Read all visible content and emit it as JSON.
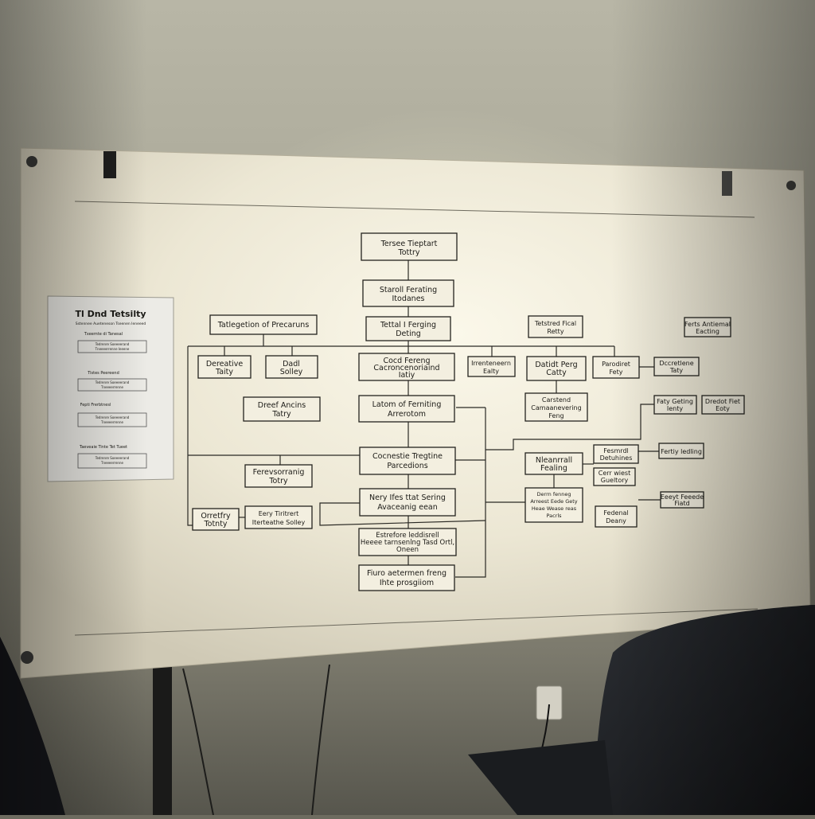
{
  "photo_description_free": true,
  "scene": {
    "colors": {
      "banner": "#f1ede0",
      "ink": "#1c1b17",
      "wall": "#a5a393",
      "chair": "#1b1d20"
    }
  },
  "flowchart": {
    "nodes": [
      {
        "id": "n_top",
        "lines": [
          "Tersee Tieptart",
          "Tottry"
        ]
      },
      {
        "id": "n_second",
        "lines": [
          "Staroll Ferating",
          "Itodanes"
        ]
      },
      {
        "id": "n_third",
        "lines": [
          "Tettal I Ferging",
          "Deting"
        ]
      },
      {
        "id": "n_left_head",
        "lines": [
          "Tatlegetion of Precaruns"
        ]
      },
      {
        "id": "n_right_head",
        "lines": [
          "Tetstred Fical",
          "Retty"
        ]
      },
      {
        "id": "n_far_right",
        "lines": [
          "Ferts Antiemal",
          "Eacting"
        ]
      },
      {
        "id": "n_l1",
        "lines": [
          "Dereative",
          "Taity"
        ]
      },
      {
        "id": "n_l2",
        "lines": [
          "Dadl",
          "Solley"
        ]
      },
      {
        "id": "n_center1",
        "lines": [
          "Cocd Fereng",
          "Cacroncenoriaind",
          "Iatiy"
        ]
      },
      {
        "id": "n_r1",
        "lines": [
          "Irrenteneern",
          "Ealty"
        ]
      },
      {
        "id": "n_r2",
        "lines": [
          "Datidt Perg",
          "Catty"
        ]
      },
      {
        "id": "n_r3",
        "lines": [
          "Parodiret",
          "Fety"
        ]
      },
      {
        "id": "n_r4",
        "lines": [
          "Dccretlene",
          "Taty"
        ]
      },
      {
        "id": "n_l3",
        "lines": [
          "Dreef Ancins",
          "Tatry"
        ]
      },
      {
        "id": "n_center2",
        "lines": [
          "Latom of Ferniting",
          "Arrerotom"
        ]
      },
      {
        "id": "n_r5",
        "lines": [
          "Carstend",
          "Camaanevering",
          "Feng"
        ]
      },
      {
        "id": "n_r6",
        "lines": [
          "Faty Geting",
          "Ienty"
        ]
      },
      {
        "id": "n_r7",
        "lines": [
          "Dredot Fiet",
          "Eoty"
        ]
      },
      {
        "id": "n_center3",
        "lines": [
          "Cocnestie Tregtine",
          "Parcedions"
        ]
      },
      {
        "id": "n_l4",
        "lines": [
          "Ferevsorranig",
          "Totry"
        ]
      },
      {
        "id": "n_r8",
        "lines": [
          "Nleanrrall",
          "Fealing"
        ]
      },
      {
        "id": "n_r9",
        "lines": [
          "Fesmrdl",
          "Detuhines"
        ]
      },
      {
        "id": "n_r10",
        "lines": [
          "Fertiy ledling"
        ]
      },
      {
        "id": "n_r11",
        "lines": [
          "Cerr wiest",
          "Gueltory"
        ]
      },
      {
        "id": "n_center4",
        "lines": [
          "Nery Ifes ttat Sering",
          "Avaceanig eean"
        ]
      },
      {
        "id": "n_r12",
        "lines": [
          "Derrn fenneg",
          "Arreest Eede Gety",
          "Heae Wease reas",
          "Pacrls"
        ]
      },
      {
        "id": "n_r13",
        "lines": [
          "Eeeyt Feeede",
          "Fiatd"
        ]
      },
      {
        "id": "n_l5",
        "lines": [
          "Orretfry",
          "Totnty"
        ]
      },
      {
        "id": "n_l6",
        "lines": [
          "Eery Tiritrert",
          "Iterteathe Solley"
        ]
      },
      {
        "id": "n_r14",
        "lines": [
          "Fedenal",
          "Deany"
        ]
      },
      {
        "id": "n_center5",
        "lines": [
          "Estrefore leddisrell",
          "Heeee tarnsenlng Tasd Ortl,",
          "Oneen"
        ]
      },
      {
        "id": "n_center6",
        "lines": [
          "Fiuro aetermen freng",
          "Ihte prosgiiom"
        ]
      }
    ]
  },
  "side_sheet": {
    "title": "Tl Dnd Tetsilty",
    "subtitle": "Sstennee Aueteneson Tseenen Ieneeed",
    "sections": [
      {
        "heading": "Txeemte di Tanesal",
        "lines": [
          "Tedrenre Soeeeerand",
          "Tneeeerrenne Ieeene"
        ]
      },
      {
        "heading": "Tistes Peereend",
        "lines": [
          "Tedrenre Soeeeerand",
          "Tneeeerrenne"
        ]
      },
      {
        "heading": "Fepti Frerbtnesl",
        "lines": [
          "Tedrenre Soeeeerand",
          "Tneeeerrenne"
        ]
      },
      {
        "heading": "Taeveaie Tinte Tet Tueet",
        "lines": [
          "Tedrenre Soeeeerand",
          "Tneeeerrenne"
        ]
      }
    ]
  }
}
